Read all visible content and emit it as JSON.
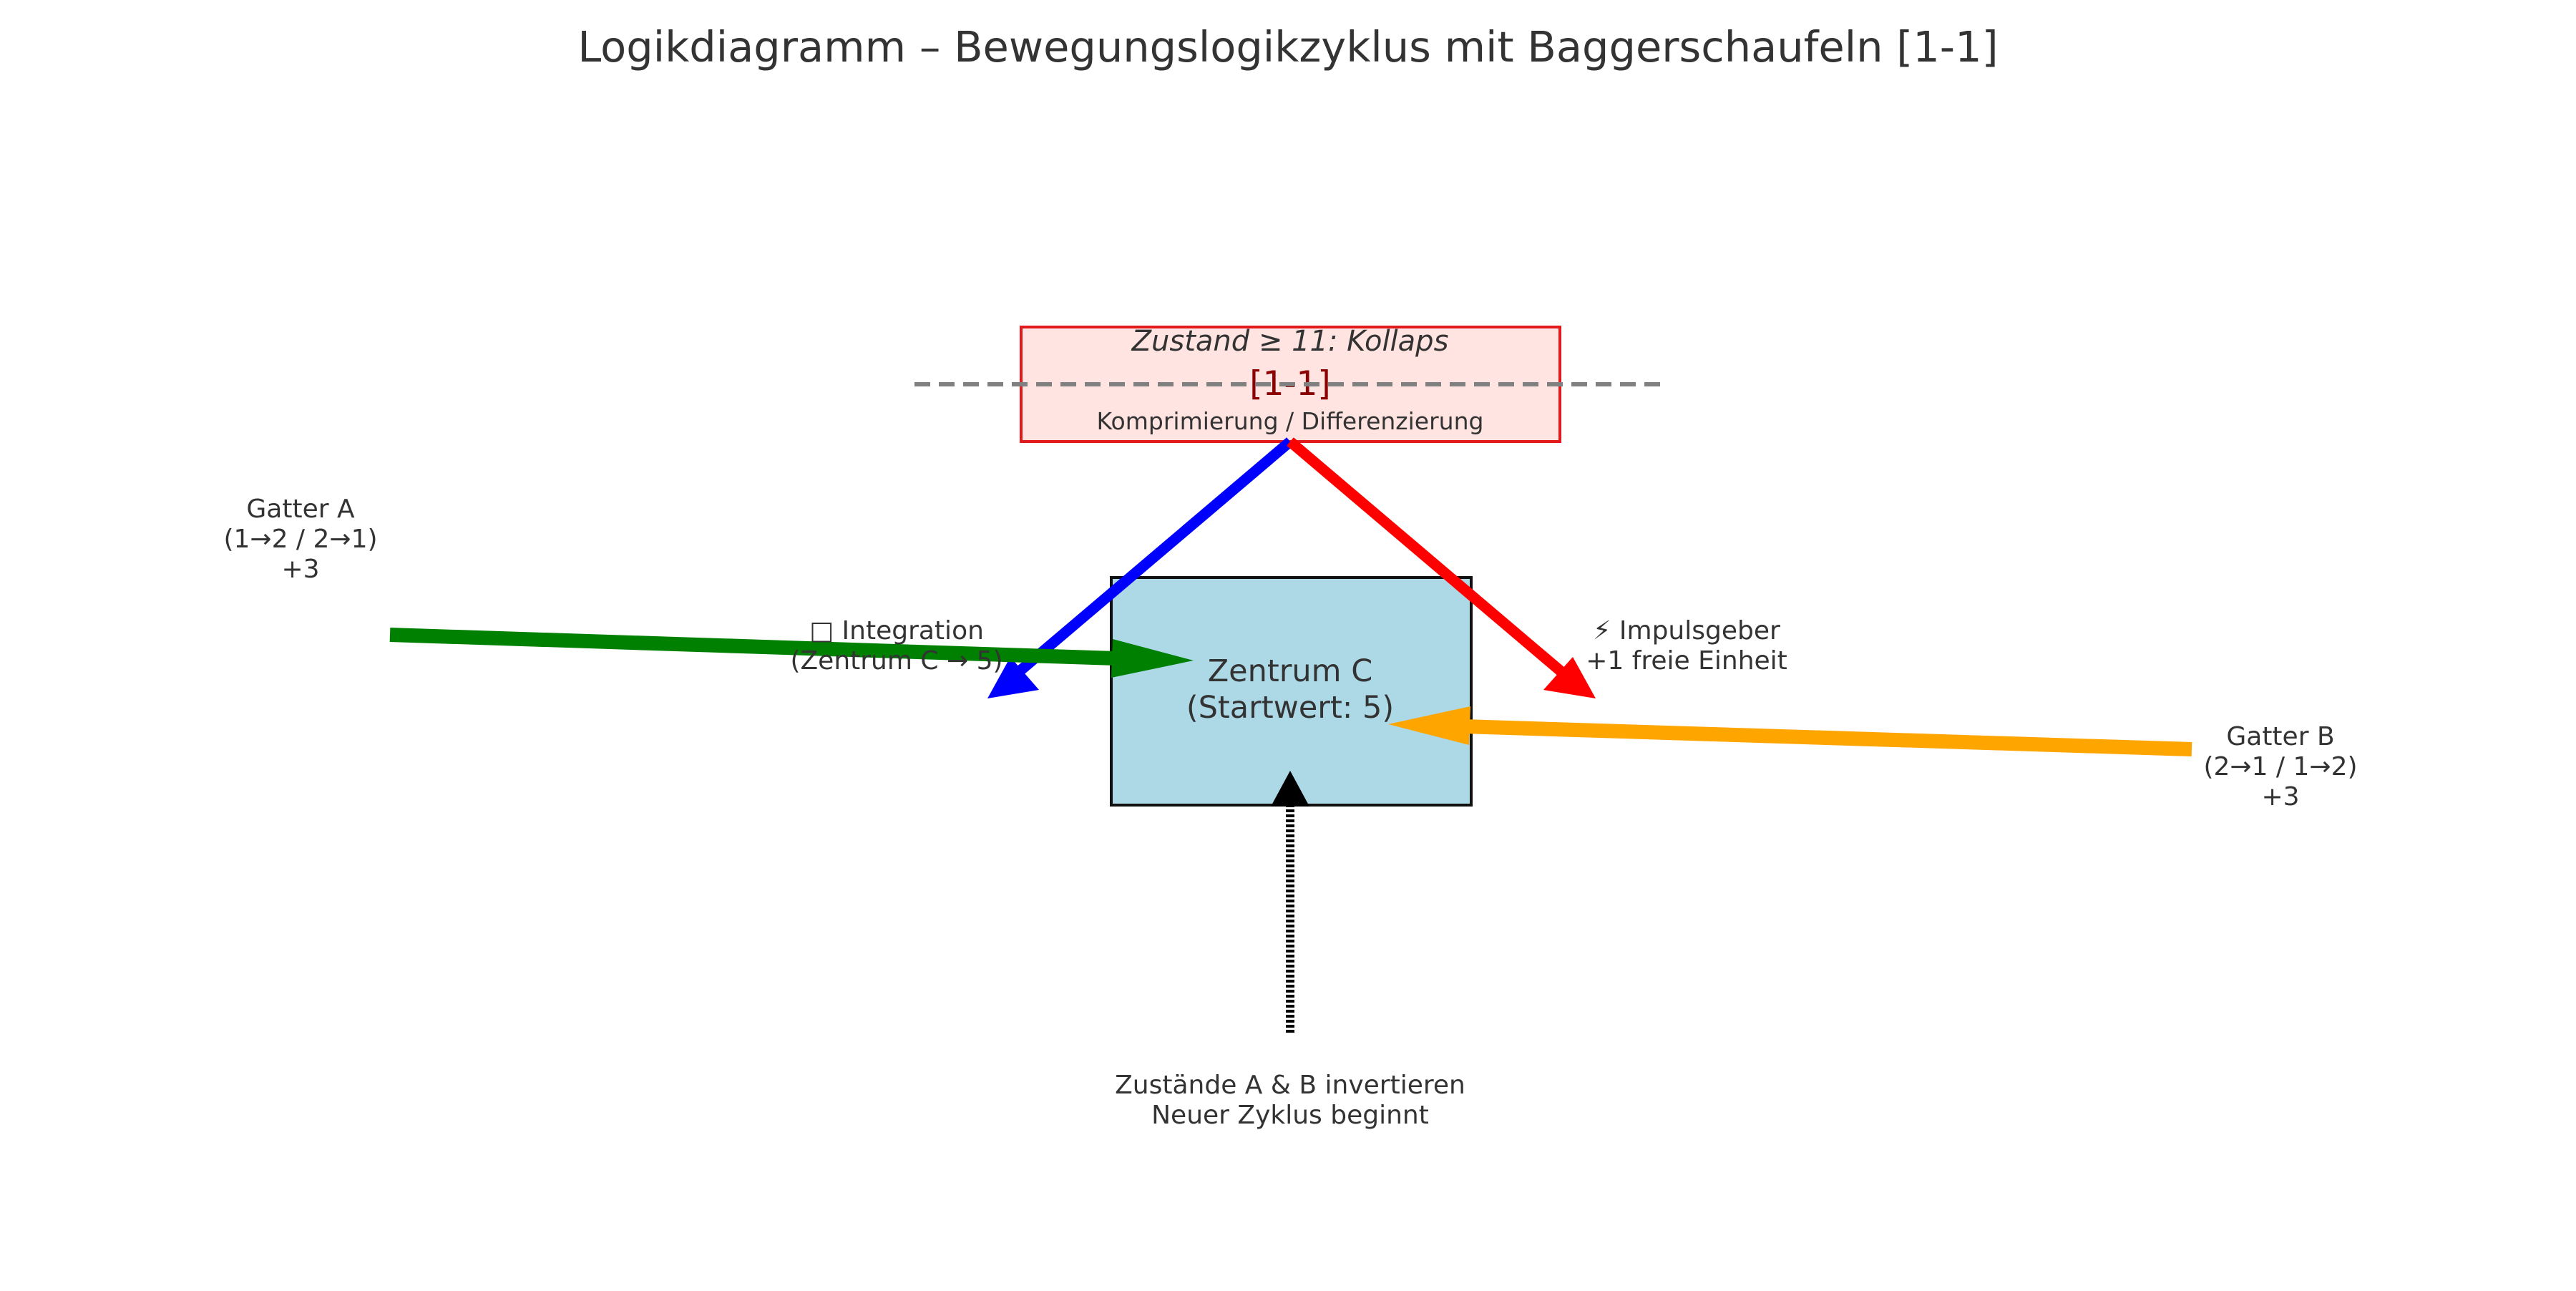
{
  "title": "Logikdiagramm – Bewegungslogikzyklus mit Baggerschaufeln [1-1]",
  "collapse_box": {
    "line1": "Zustand ≥ 11: Kollaps",
    "line2": "[1-1]",
    "line3": "Komprimierung / Differenzierung"
  },
  "center_box": {
    "line1": "Zentrum C",
    "line2": "(Startwert: 5)"
  },
  "gate_a": {
    "line1": "Gatter A",
    "line2": "(1→2 / 2→1)",
    "line3": "+3"
  },
  "gate_b": {
    "line1": "Gatter B",
    "line2": "(2→1 / 1→2)",
    "line3": "+3"
  },
  "integration": {
    "line1": "□ Integration",
    "line2": "(Zentrum C → 5)"
  },
  "impuls": {
    "line1": "⚡ Impulsgeber",
    "line2": "+1 freie Einheit"
  },
  "bottom": {
    "line1": "Zustände A & B invertieren",
    "line2": "Neuer Zyklus beginnt"
  },
  "colors": {
    "title_text": "#333333",
    "collapse_fill": "#ffe4e1",
    "collapse_stroke": "#e31a1c",
    "collapse_id_text": "#8b0000",
    "center_fill": "#add8e6",
    "center_stroke": "#111111",
    "arrow_green": "#008000",
    "arrow_orange": "#ffa500",
    "arrow_blue": "#0000ff",
    "arrow_red": "#ff0000",
    "arrow_black": "#000000",
    "dashed_line": "#808080"
  }
}
